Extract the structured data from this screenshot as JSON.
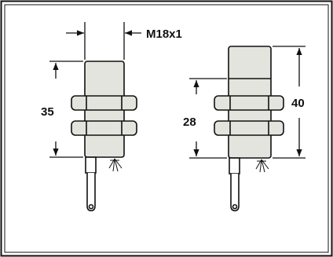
{
  "labels": {
    "thread": "M18x1",
    "left_height": "35",
    "right_inner_height": "28",
    "right_total_height": "40"
  },
  "colors": {
    "body_fill": "#e4e4de",
    "stroke": "#111111",
    "frame": "#111111"
  }
}
